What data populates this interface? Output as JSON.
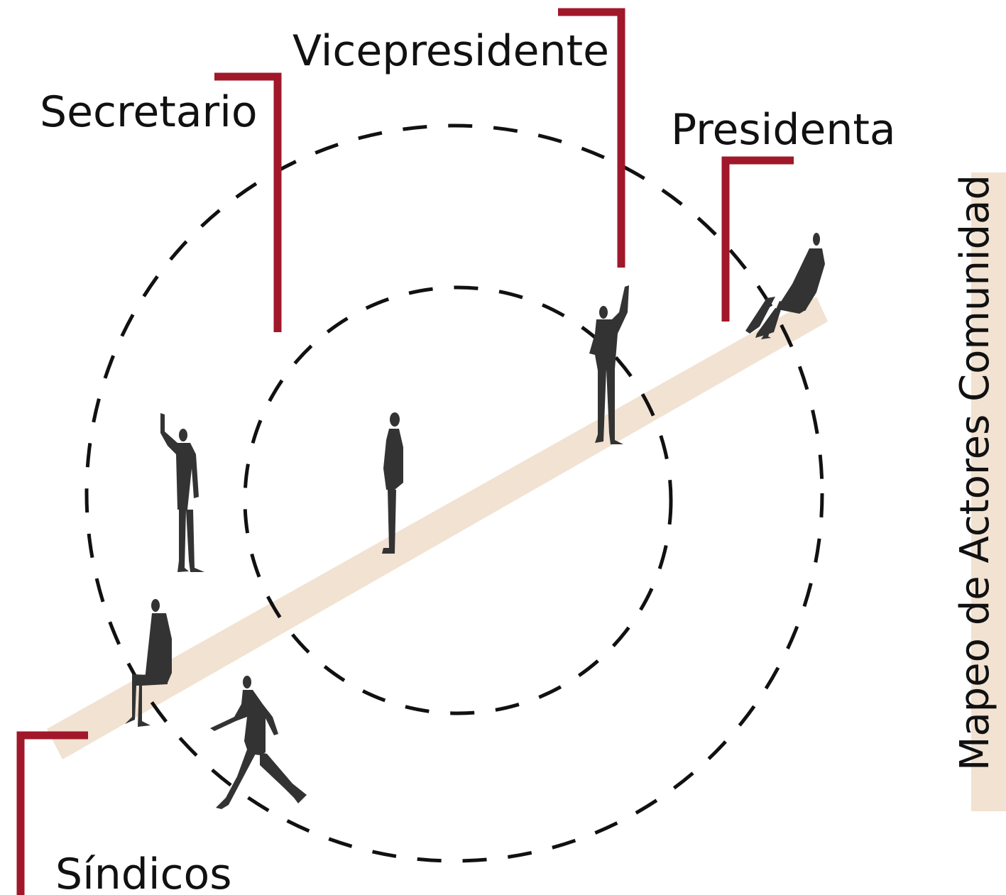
{
  "title": "Mapeo de Actores Comunidad",
  "actors": [
    {
      "id": "secretario",
      "label": "Secretario"
    },
    {
      "id": "vicepresidente",
      "label": "Vicepresidente"
    },
    {
      "id": "presidenta",
      "label": "Presidenta"
    },
    {
      "id": "sindicos",
      "label": "Síndicos"
    }
  ],
  "colors": {
    "accent_bracket": "#a0182a",
    "band": "#f1e2d2",
    "figure": "#333333",
    "ring": "#111111",
    "text": "#111111"
  },
  "icons": [
    "person-waving-icon",
    "person-standing-icon",
    "person-sitting-icon",
    "person-walking-icon"
  ]
}
